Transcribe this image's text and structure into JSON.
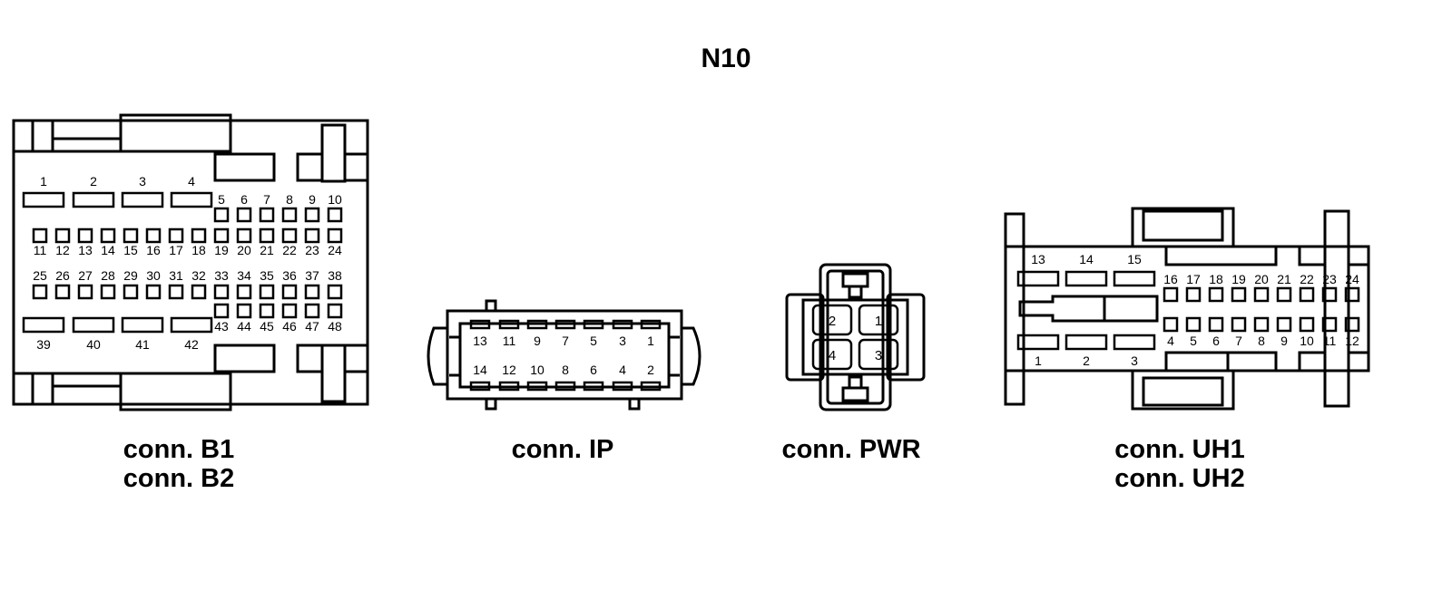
{
  "title": "N10",
  "captions": {
    "b": [
      "conn. B1",
      "conn. B2"
    ],
    "ip": [
      "conn. IP"
    ],
    "pwr": [
      "conn. PWR"
    ],
    "uh": [
      "conn. UH1",
      "conn. UH2"
    ]
  },
  "connectors": {
    "b": {
      "top_large": [
        "1",
        "2",
        "3",
        "4"
      ],
      "top_small": [
        "5",
        "6",
        "7",
        "8",
        "9",
        "10"
      ],
      "row2": [
        "11",
        "12",
        "13",
        "14",
        "15",
        "16",
        "17",
        "18",
        "19",
        "20",
        "21",
        "22",
        "23",
        "24"
      ],
      "row3": [
        "25",
        "26",
        "27",
        "28",
        "29",
        "30",
        "31",
        "32",
        "33",
        "34",
        "35",
        "36",
        "37",
        "38"
      ],
      "bottom_small": [
        "43",
        "44",
        "45",
        "46",
        "47",
        "48"
      ],
      "bottom_large": [
        "39",
        "40",
        "41",
        "42"
      ]
    },
    "ip": {
      "top": [
        "13",
        "11",
        "9",
        "7",
        "5",
        "3",
        "1"
      ],
      "bottom": [
        "14",
        "12",
        "10",
        "8",
        "6",
        "4",
        "2"
      ]
    },
    "pwr": {
      "top": [
        "2",
        "1"
      ],
      "bottom": [
        "4",
        "3"
      ]
    },
    "uh": {
      "top_large": [
        "13",
        "14",
        "15"
      ],
      "top_small": [
        "16",
        "17",
        "18",
        "19",
        "20",
        "21",
        "22",
        "23",
        "24"
      ],
      "bottom_small": [
        "4",
        "5",
        "6",
        "7",
        "8",
        "9",
        "10",
        "11",
        "12"
      ],
      "bottom_large": [
        "1",
        "2",
        "3"
      ]
    }
  }
}
